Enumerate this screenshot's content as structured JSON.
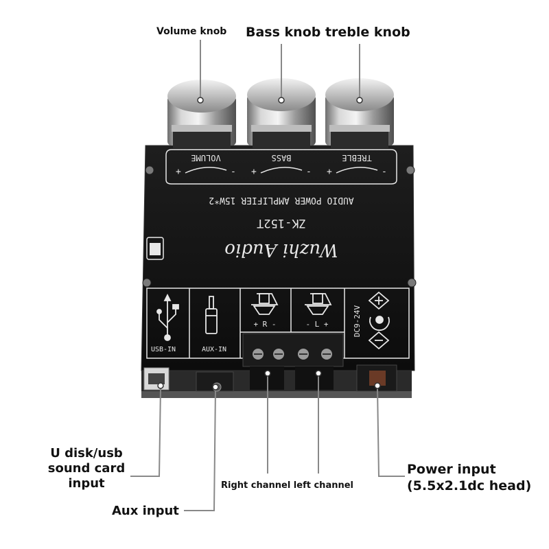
{
  "callouts": {
    "volume": "Volume knob",
    "bass_treble": "Bass knob treble knob",
    "usb_line1": "U disk/usb",
    "usb_line2": "sound card",
    "usb_line3": "input",
    "aux": "Aux input",
    "channels": "Right channel left channel",
    "power_line1": "Power input",
    "power_line2": "(5.5x2.1dc head)"
  },
  "board": {
    "knob_volume": "VOLUME",
    "knob_bass": "BASS",
    "knob_treble": "TREBLE",
    "title": "AUDIO POWER AMPLIFIER 15W*2",
    "model": "ZK-152T",
    "brand": "Wuzhi Audio",
    "usb_in": "USB-IN",
    "aux_in": "AUX-IN",
    "right_ch": "+ R -",
    "left_ch": "- L +",
    "power_range": "DC9-24V",
    "plus": "+",
    "minus": "-"
  },
  "colors": {
    "board": "#141414",
    "silkscreen": "#e8e8e8",
    "knob_metal": "#c9c9c9",
    "terminal": "#1b1b1b"
  }
}
